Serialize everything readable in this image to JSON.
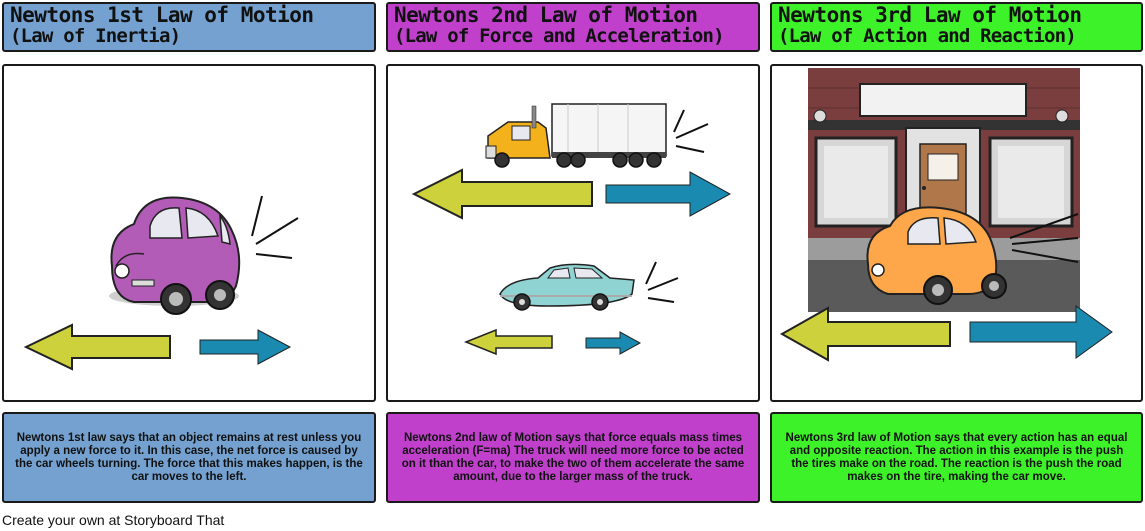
{
  "panels": [
    {
      "title_line1": "Newtons 1st Law of Motion",
      "title_line2": "(Law of Inertia)",
      "caption": "Newtons 1st law says that an object remains at rest unless you apply a new force to it. In this case, the net force is caused by the car wheels turning. The force that this makes happen, is the car moves to the left.",
      "color": "#74a1cf"
    },
    {
      "title_line1": "Newtons 2nd Law of Motion",
      "title_line2": "(Law of Force and Acceleration)",
      "caption": "Newtons 2nd law of Motion says that force equals mass times acceleration (F=ma) The truck will need more force to be acted on it than the car, to make the two of them accelerate the same amount, due to the larger mass of the truck.",
      "color": "#c040cc"
    },
    {
      "title_line1": "Newtons 3rd Law of Motion",
      "title_line2": "(Law of Action and Reaction)",
      "caption": "Newtons 3rd law of Motion says that every action has an equal and opposite reaction. The action in this example is the push the tires make on the road. The reaction is the push the road makes on the tire, making the car move.",
      "color": "#3ef22a"
    }
  ],
  "colors": {
    "left_arrow": "#cdd13b",
    "right_arrow": "#1a8ab0",
    "purple_car": "#b35cb7",
    "orange_car": "#fda64a",
    "truck_cab": "#f3b21b",
    "classic_car": "#8fd3d2",
    "brick": "#7a3e3e"
  },
  "footer": "Create your own at Storyboard That"
}
